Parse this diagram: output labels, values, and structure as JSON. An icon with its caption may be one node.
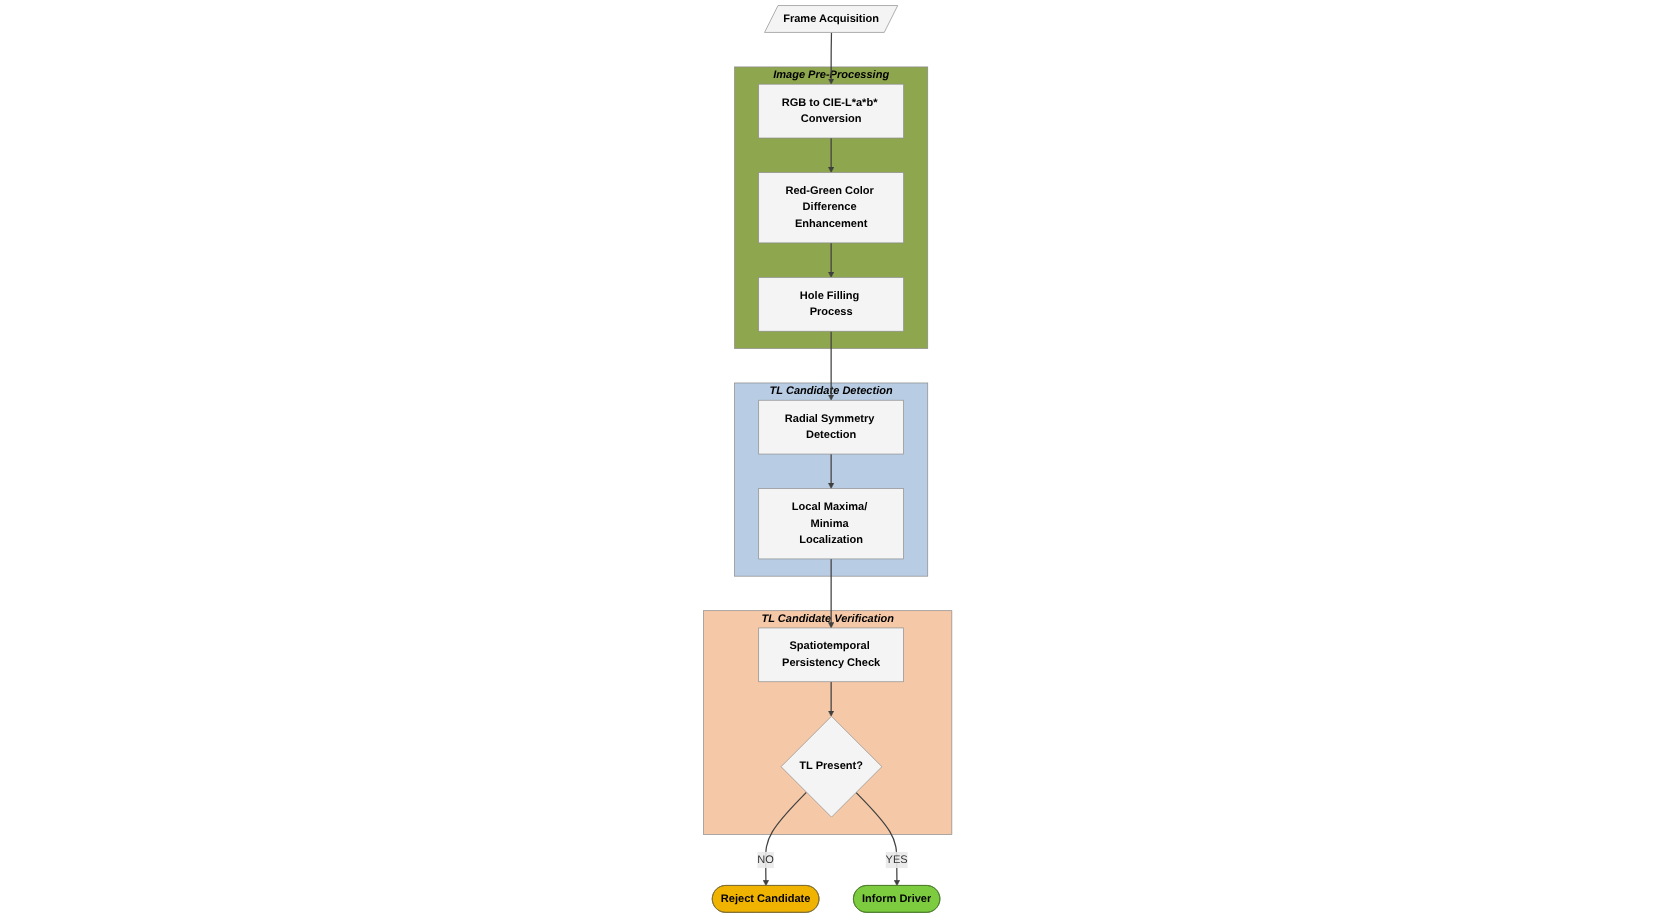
{
  "diagram": {
    "nodes": [
      {
        "text": [
          "Image Pre-Processing"
        ]
      },
      {
        "text": [
          "Frame Acquisition"
        ]
      },
      {
        "text": [
          "RGB to CIE-L*a*b* Conversion"
        ],
        "in": 0
      },
      {
        "text": [
          "Red-Green Color Difference Enhancement"
        ],
        "in": 0
      },
      {
        "text": [
          "Hole Filling Process"
        ],
        "in": 0
      },
      {
        "text": [
          "TL Candidate Verification"
        ]
      },
      {
        "text": [
          "Spatiotemporal Persistency Check"
        ],
        "in": 5
      },
      {
        "text": [
          "TL Candidate Detection"
        ]
      },
      {
        "text": [
          "Local Maxima/ Minima Localization"
        ],
        "in": 7
      },
      {
        "text": [
          "Radial Symmetry Detection"
        ],
        "in": 7
      },
      {
        "text": [
          "TL Present?"
        ],
        "in": 5
      },
      {
        "text": [
          "Reject Candidate"
        ]
      },
      {
        "text": [
          "Inform Driver"
        ]
      }
    ],
    "edges": [
      {
        "from": 1,
        "to": 2,
        "arrow": "to"
      },
      {
        "from": 2,
        "to": 3,
        "arrow": "to"
      },
      {
        "from": 3,
        "to": 4,
        "arrow": "to"
      },
      {
        "from": 4,
        "to": 9,
        "arrow": "to"
      },
      {
        "from": 9,
        "to": 8,
        "arrow": "to"
      },
      {
        "from": 8,
        "to": 6,
        "arrow": "to"
      },
      {
        "from": 6,
        "to": 10,
        "arrow": "to"
      },
      {
        "from": 10,
        "to": 11,
        "label": "NO",
        "arrow": "to"
      },
      {
        "from": 10,
        "to": 12,
        "label": "YES",
        "arrow": "to"
      }
    ]
  }
}
